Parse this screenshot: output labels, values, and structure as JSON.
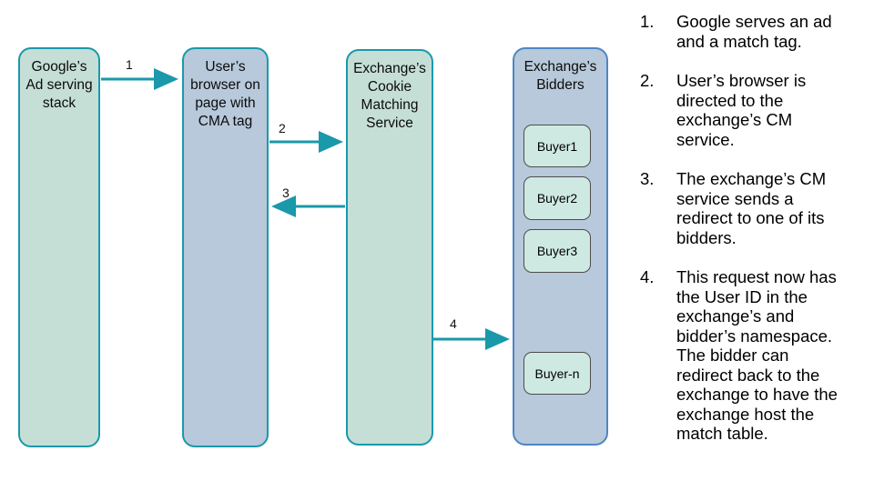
{
  "diagram": {
    "boxes": [
      {
        "title": "Google’s Ad serving stack"
      },
      {
        "title": "User’s browser on page with CMA tag"
      },
      {
        "title": "Exchange’s Cookie Matching Service"
      },
      {
        "title": "Exchange’s Bidders"
      }
    ],
    "buyers": [
      "Buyer1",
      "Buyer2",
      "Buyer3",
      "Buyer-n"
    ],
    "arrows": [
      {
        "label": "1"
      },
      {
        "label": "2"
      },
      {
        "label": "3"
      },
      {
        "label": "4"
      }
    ]
  },
  "notes": {
    "items": [
      {
        "num": "1.",
        "text": "Google serves an ad and a match tag."
      },
      {
        "num": "2.",
        "text": "User’s browser is directed to the exchange’s CM service."
      },
      {
        "num": "3.",
        "text": "The exchange’s CM service sends a redirect to one of its bidders."
      },
      {
        "num": "4.",
        "text": "This request now has the User ID in the exchange’s and bidder’s namespace. The bidder can redirect back to the exchange to have the exchange host the match table."
      }
    ]
  },
  "colors": {
    "teal_stroke": "#1999AA",
    "green_fill": "#C5DFD7",
    "blue_fill": "#B7C9DA",
    "buyer_fill": "#CEE9E2",
    "bidders_border": "#4E86C6",
    "buyer_border": "#4D4D4D",
    "text": "#000000"
  }
}
